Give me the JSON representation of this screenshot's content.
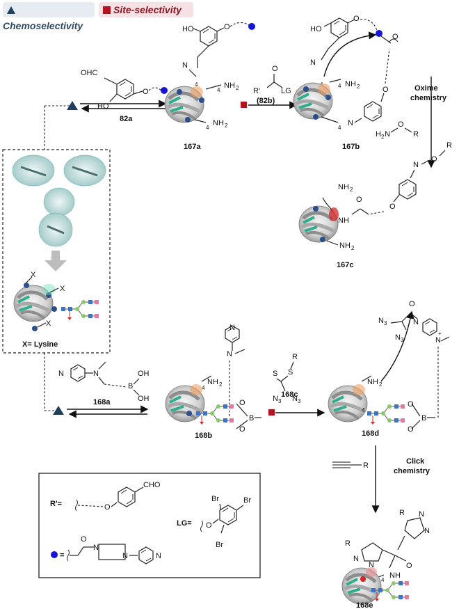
{
  "legend": {
    "chemoselectivity": "Chemoselectivity",
    "site_selectivity": "Site-selectivity"
  },
  "compounds": {
    "c82a": "82a",
    "c82b": "(82b)",
    "c167a": "167a",
    "c167b": "167b",
    "c167c": "167c",
    "c168a": "168a",
    "c168b": "168b",
    "c168c": "168c",
    "c168d": "168d",
    "c168e": "168e"
  },
  "conditions": {
    "oxime_line1": "Oxime",
    "oxime_line2": "chemistry",
    "click_line1": "Click",
    "click_line2": "chemistry"
  },
  "atoms": {
    "OHC": "OHC",
    "HO": "HO",
    "OH": "OH",
    "O": "O",
    "N": "N",
    "NH2": "NH",
    "sub2": "2",
    "sub4": "4",
    "R": "R",
    "Rprime": "R'",
    "LG": "LG",
    "H2N": "H",
    "N3": "N",
    "sub3": "3",
    "S": "S",
    "B": "B",
    "NH": "NH",
    "Br": "Br",
    "plus": "+"
  },
  "antibody_label": "X= Lysine",
  "antibody_X": "X",
  "legend_box": {
    "rprime_label": "R'=",
    "lg_label": "LG=",
    "cho": "CHO",
    "eq": "="
  },
  "colors": {
    "chemo": "#1f3f5e",
    "site": "#b3121f",
    "protein_blue": "#2c4f8c",
    "glycan_green": "#88c96b",
    "glycan_blue": "#3d73c4",
    "glycan_pink": "#e37aa1",
    "teal": "#2fae8e"
  }
}
